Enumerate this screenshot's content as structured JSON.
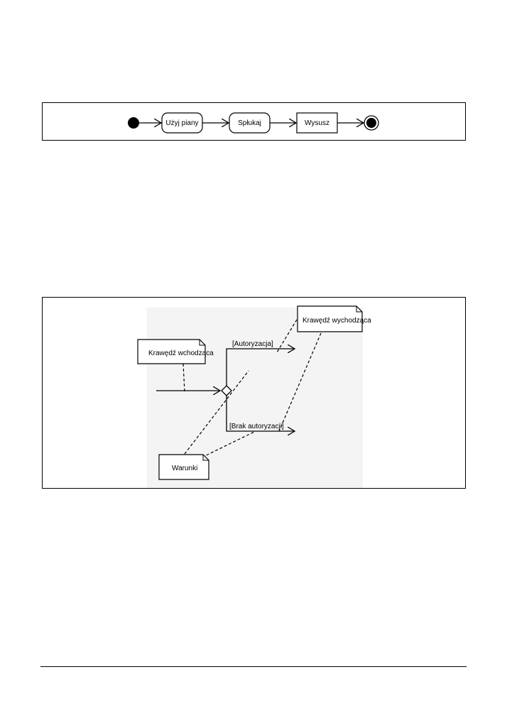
{
  "diagram1": {
    "actions": [
      {
        "label": "Użyj piany",
        "shape": "rounded"
      },
      {
        "label": "Spłukaj",
        "shape": "rounded"
      },
      {
        "label": "Wysusz",
        "shape": "rectangle"
      }
    ],
    "initial_node": "filled-circle",
    "final_node": "bullseye"
  },
  "diagram2": {
    "notes": {
      "incoming": "Krawędź wchodząca",
      "outgoing": "Krawędź wychodząca",
      "conditions": "Warunki"
    },
    "guards": {
      "top": "[Autoryzacja]",
      "bottom": "[Brak autoryzacji]"
    },
    "decision": "diamond"
  }
}
